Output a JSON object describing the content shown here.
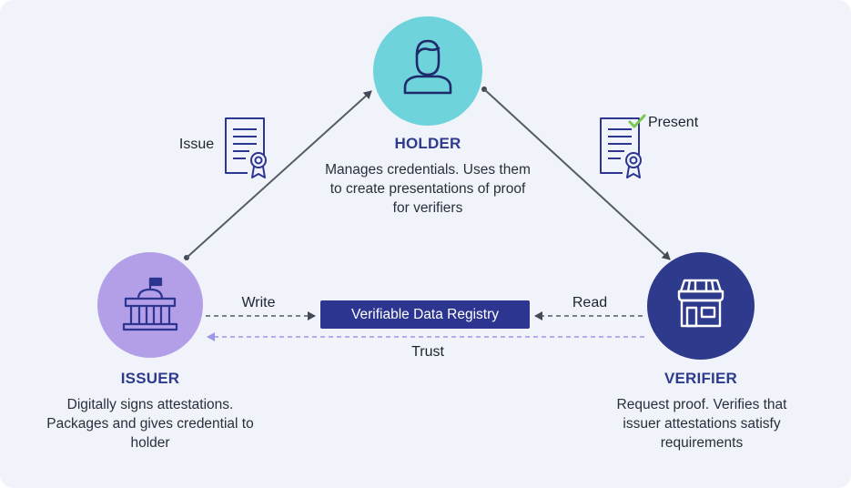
{
  "holder": {
    "title": "HOLDER",
    "description": "Manages credentials. Uses them to create presentations of proof for verifiers",
    "icon": "person-icon",
    "color": "#6fd3dc"
  },
  "issuer": {
    "title": "ISSUER",
    "description": "Digitally signs attestations. Packages and gives credential to holder",
    "icon": "government-building-icon",
    "color": "#b39ee8"
  },
  "verifier": {
    "title": "VERIFIER",
    "description": "Request proof. Verifies that issuer attestations satisfy requirements",
    "icon": "storefront-icon",
    "color": "#2e3a8c"
  },
  "arrows": {
    "issue_label": "Issue",
    "present_label": "Present",
    "write_label": "Write",
    "read_label": "Read",
    "trust_label": "Trust"
  },
  "registry": {
    "label": "Verifiable Data Registry"
  },
  "colors": {
    "accent": "#2c3590",
    "trust_line": "#9e96e6",
    "background": "#f0f3f9"
  }
}
